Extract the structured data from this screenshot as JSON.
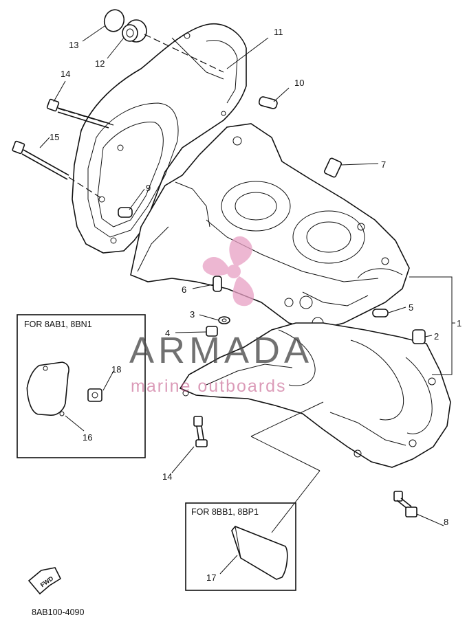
{
  "callouts": [
    "1",
    "2",
    "3",
    "4",
    "5",
    "6",
    "7",
    "8",
    "9",
    "10",
    "11",
    "12",
    "13",
    "14",
    "14",
    "15",
    "16",
    "17",
    "18"
  ],
  "variant_boxes": [
    {
      "label": "FOR 8AB1, 8BN1"
    },
    {
      "label": "FOR 8BB1, 8BP1"
    }
  ],
  "fwd_label": "FWD",
  "diagram_code": "8AB100-4090",
  "watermark": {
    "brand": "ARMADA",
    "tagline": "marine outboards",
    "logo_color": "#e8a0c4",
    "text_color": "#4a4a4a"
  }
}
